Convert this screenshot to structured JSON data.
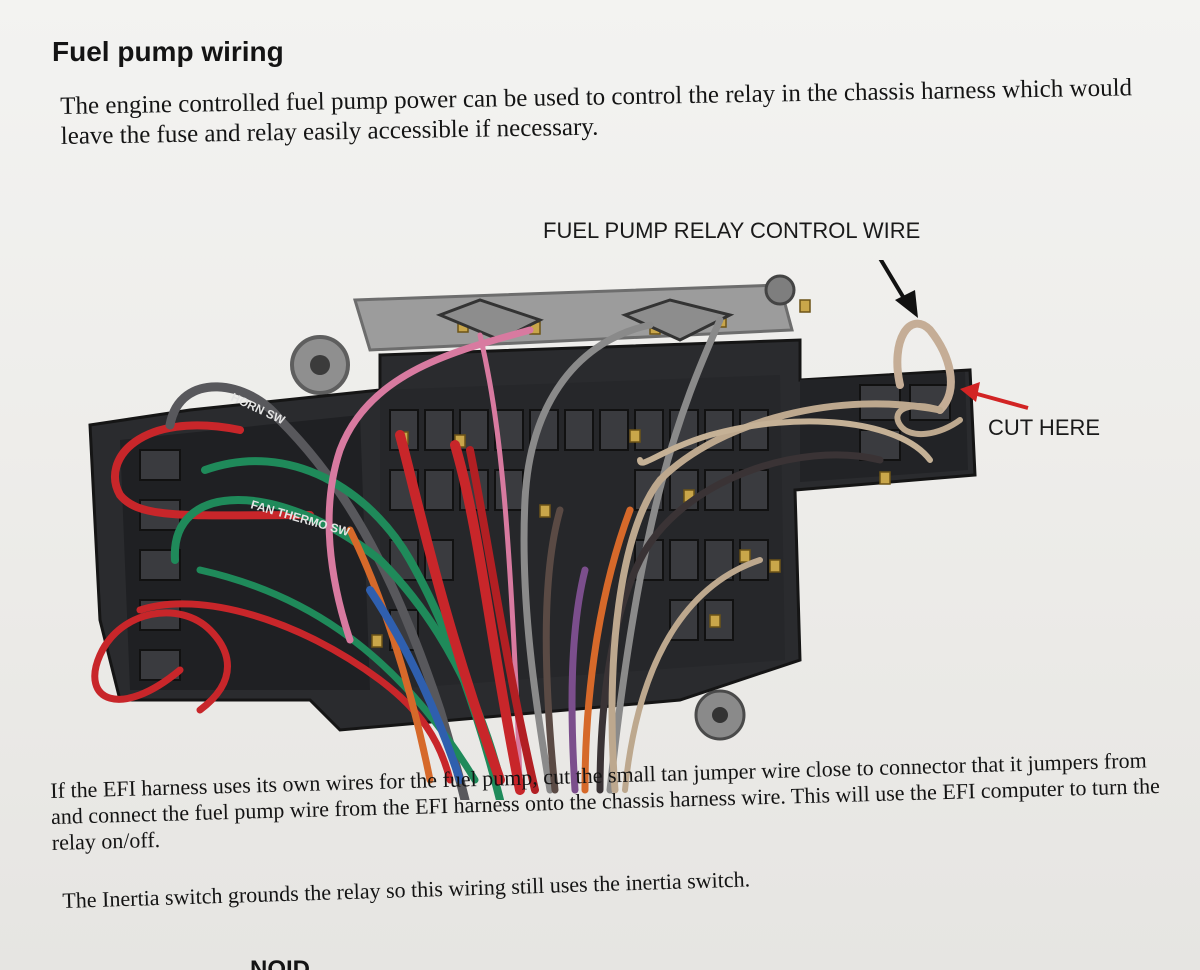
{
  "document": {
    "heading": "Fuel pump wiring",
    "intro": "The engine controlled fuel pump power can be used to control the relay in the chassis harness which would leave the fuse and relay easily accessible if necessary.",
    "callout_control_wire": "FUEL PUMP RELAY CONTROL WIRE",
    "callout_cut": "CUT HERE",
    "body": "If the EFI harness uses its own wires for the fuel pump, cut the small tan jumper wire close to connector that it jumpers from and connect the fuel pump wire from the EFI harness onto the chassis harness wire.  This will use the EFI computer to turn the relay on/off.",
    "note": "The Inertia switch grounds the relay so this wiring still uses the inertia switch.",
    "cutoff_text": "NOID"
  },
  "photo": {
    "wire_labels": [
      "HORN SW",
      "FAN THERMO SW"
    ],
    "colors": {
      "housing": "#2a2b2e",
      "bracket": "#9a9a9a",
      "red_wire": "#c8262a",
      "pink_wire": "#d87aa0",
      "green_wire": "#1f8a5a",
      "blue_wire": "#2f5fae",
      "orange_wire": "#d6692a",
      "gray_wire": "#8a8a8a",
      "tan_wire": "#bda88e",
      "purple_wire": "#7b4e8c",
      "black_arrow": "#111111",
      "red_arrow": "#d22424"
    }
  }
}
